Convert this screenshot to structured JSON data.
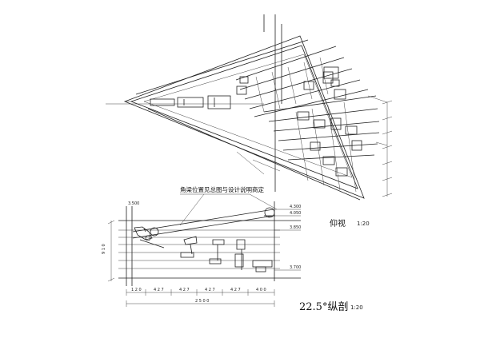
{
  "plan_view": {
    "title": "仰视",
    "scale": "1:20"
  },
  "section_view": {
    "title": "22.5°纵剖",
    "scale": "1:20"
  },
  "note": "角梁位置见总图与设计说明商定",
  "levels": [
    "4.300",
    "4.050",
    "3.850",
    "3.700",
    "3.500"
  ],
  "spans": [
    "1 2 0",
    "4 2 7",
    "4 2 7",
    "4 2 7",
    "4 2 7",
    "4 0 0"
  ],
  "overall": "2 5 0 0",
  "height_dim": "9 1 0"
}
